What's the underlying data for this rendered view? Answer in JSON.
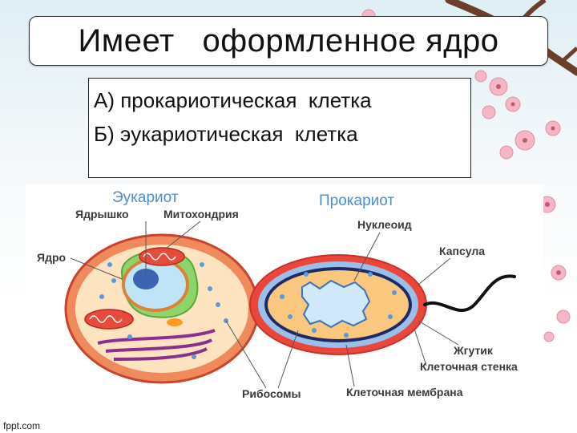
{
  "slide": {
    "title": "Имеет   оформленное ядро",
    "options": [
      "А) прокариотическая  клетка",
      "Б) эукариотическая  клетка"
    ]
  },
  "diagram": {
    "eukaryote_header": "Эукариот",
    "prokaryote_header": "Прокариот",
    "labels": {
      "nucleolus": "Ядрышко",
      "mitochondria": "Митохондрия",
      "nucleus": "Ядро",
      "nucleoid": "Нуклеоид",
      "capsule": "Капсула",
      "flagellum": "Жгутик",
      "cell_wall": "Клеточная стенка",
      "ribosomes": "Рибосомы",
      "cell_membrane": "Клеточная мембрана"
    }
  },
  "footer": "fppt.com",
  "colors": {
    "header_blue": "#4a8fd6",
    "blossom_pink": "#f4b7c6",
    "branch_brown": "#6b3f2a"
  }
}
